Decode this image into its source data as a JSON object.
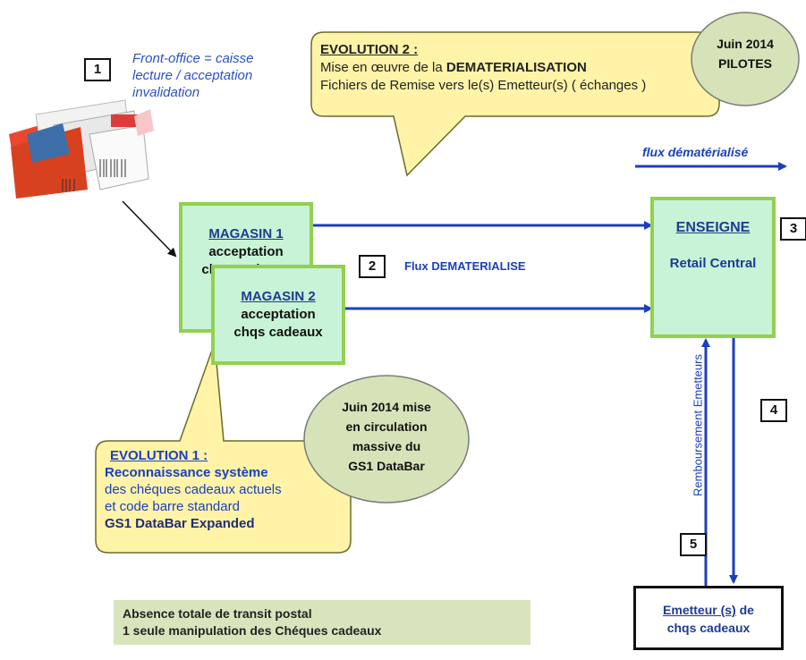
{
  "front_office": {
    "num": "1",
    "text": [
      "Front-office = caisse",
      "lecture / acceptation",
      "invalidation"
    ]
  },
  "evolution2": {
    "title": "EVOLUTION 2 :",
    "line1_prefix": "Mise en œuvre de la ",
    "line1_bold": "DEMATERIALISATION",
    "line2": "Fichiers de Remise vers le(s) Emetteur(s) ( échanges )"
  },
  "pilotes": {
    "line1": "Juin 2014",
    "line2": "PILOTES"
  },
  "flux_label": "flux dématérialisé",
  "magasin1": {
    "title": "MAGASIN 1",
    "line2": "acceptation",
    "line3": "chqs cadeaux"
  },
  "magasin2": {
    "title": "MAGASIN 2",
    "line2": "acceptation",
    "line3": "chqs cadeaux"
  },
  "flux_center": {
    "num": "2",
    "label": "Flux DEMATERIALISE"
  },
  "enseigne": {
    "title": "ENSEIGNE",
    "subtitle": "Retail Central",
    "num": "3"
  },
  "remboursement": {
    "label": "Remboursement Emetteurs",
    "num_down": "4",
    "num_up": "5"
  },
  "emetteur": {
    "title": "Emetteur (s)",
    "suffix": " de",
    "line2": "chqs cadeaux"
  },
  "evolution1": {
    "title": "EVOLUTION 1 :",
    "line1": "Reconnaissance système",
    "line2": "des chéques cadeaux actuels",
    "line3": "et code barre standard",
    "line4": "GS1 DataBar Expanded"
  },
  "circulation": {
    "lines": [
      "Juin 2014 mise",
      "en circulation",
      "massive du",
      "GS1 DataBar"
    ]
  },
  "absence": {
    "line1": "Absence totale de transit postal",
    "line2": "1 seule manipulation des Chéques cadeaux"
  },
  "colors": {
    "blue_arrow": "#1c3fbf",
    "bubble_fill": "#fff3a8",
    "green_border": "#92d050",
    "box_fill": "#c8f3d6",
    "circle_fill": "#d6e3b8"
  }
}
